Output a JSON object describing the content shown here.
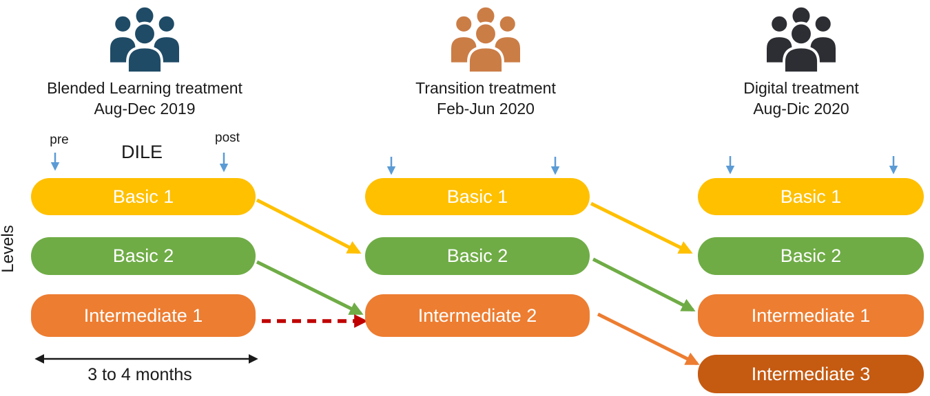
{
  "page": {
    "background": "#FFFFFF"
  },
  "axis": {
    "levels_label": "Levels"
  },
  "assessment": {
    "pre_label": "pre",
    "post_label": "post",
    "instrument_label": "DILE"
  },
  "duration": {
    "label": "3 to 4 months"
  },
  "columns": [
    {
      "title": "Blended Learning treatment",
      "dates": "Aug-Dec 2019",
      "icon": "people-group-icon",
      "icon_color": "#1F4B66",
      "levels": [
        {
          "label": "Basic 1",
          "color": "#FFC000"
        },
        {
          "label": "Basic 2",
          "color": "#6FAC46"
        },
        {
          "label": "Intermediate 1",
          "color": "#ED7D31"
        }
      ]
    },
    {
      "title": "Transition treatment",
      "dates": "Feb-Jun 2020",
      "icon": "people-group-icon",
      "icon_color": "#CB7D46",
      "levels": [
        {
          "label": "Basic 1",
          "color": "#FFC000"
        },
        {
          "label": "Basic 2",
          "color": "#6FAC46"
        },
        {
          "label": "Intermediate 2",
          "color": "#ED7D31"
        }
      ]
    },
    {
      "title": "Digital treatment",
      "dates": "Aug-Dic 2020",
      "icon": "people-group-icon",
      "icon_color": "#2D2E33",
      "levels": [
        {
          "label": "Basic 1",
          "color": "#FFC000"
        },
        {
          "label": "Basic 2",
          "color": "#6FAC46"
        },
        {
          "label": "Intermediate 1",
          "color": "#ED7D31"
        },
        {
          "label": "Intermediate 3",
          "color": "#C55A11"
        }
      ]
    }
  ],
  "colors": {
    "flow_yellow": "#FFC000",
    "flow_green": "#6FAC46",
    "flow_orange": "#ED7D31",
    "repeat_red": "#C00000",
    "assessment_blue": "#5B9BD5",
    "duration_black": "#1A1A1A"
  }
}
